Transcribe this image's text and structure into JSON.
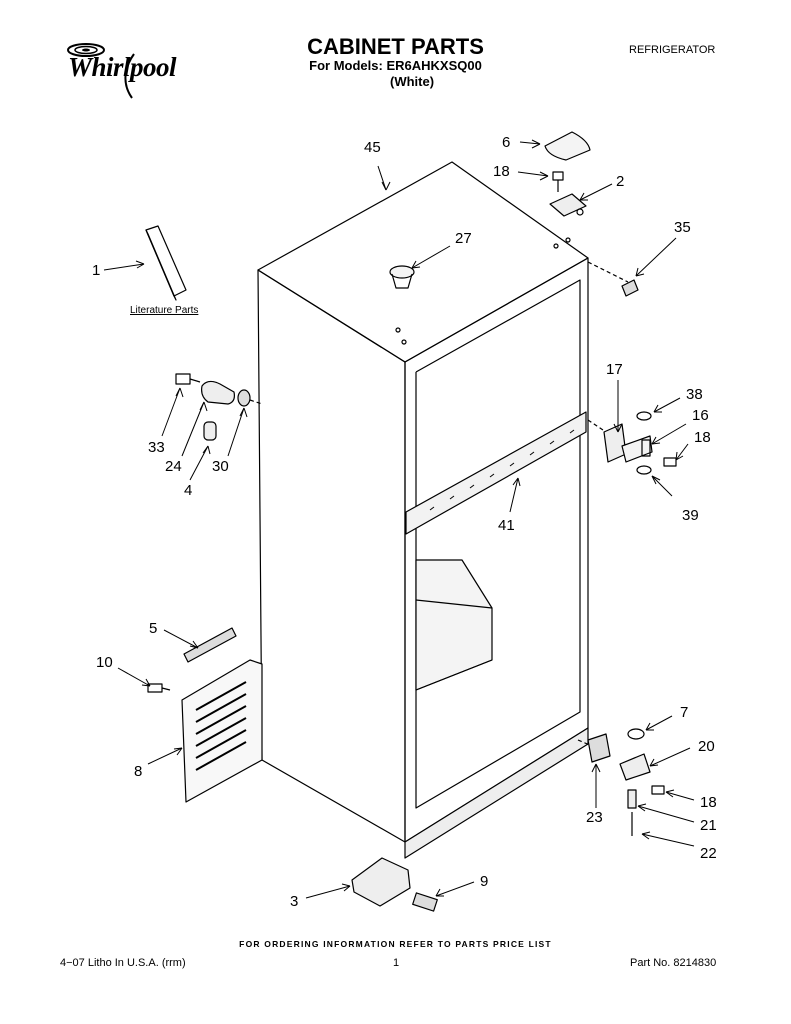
{
  "header": {
    "brand": "Whirlpool",
    "title": "CABINET PARTS",
    "models": "For Models: ER6AHKXSQ00",
    "color": "(White)",
    "category": "REFRIGERATOR"
  },
  "callouts": {
    "c45": "45",
    "c6": "6",
    "c18a": "18",
    "c2": "2",
    "c27": "27",
    "c35": "35",
    "c1": "1",
    "c33": "33",
    "c24": "24",
    "c30": "30",
    "c4": "4",
    "c17": "17",
    "c38": "38",
    "c16": "16",
    "c18b": "18",
    "c39": "39",
    "c41": "41",
    "c5": "5",
    "c10": "10",
    "c8": "8",
    "c7": "7",
    "c20": "20",
    "c18c": "18",
    "c21": "21",
    "c22": "22",
    "c23": "23",
    "c3": "3",
    "c9": "9"
  },
  "literature_label": "Literature Parts",
  "footer": {
    "note": "FOR ORDERING INFORMATION REFER TO PARTS PRICE LIST",
    "litho": "4−07 Litho In U.S.A. (rrm)",
    "page": "1",
    "part_number": "Part No. 8214830"
  }
}
